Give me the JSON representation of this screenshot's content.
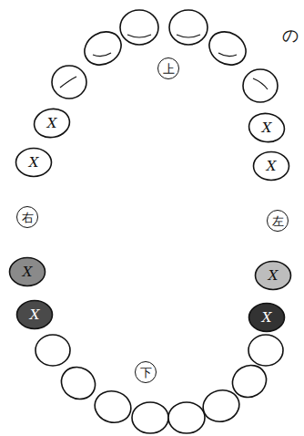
{
  "diagram": {
    "nodes": [
      {
        "text": [
          "上"
        ]
      },
      {
        "text": [
          "X"
        ]
      },
      {
        "text": [
          "X"
        ]
      },
      {
        "text": [
          "X"
        ]
      },
      {
        "text": [
          "X"
        ]
      },
      {
        "text": [
          "右"
        ]
      },
      {
        "text": [
          "左"
        ]
      },
      {
        "text": [
          "X"
        ]
      },
      {
        "text": [
          "X"
        ]
      },
      {
        "text": [
          "X"
        ]
      },
      {
        "text": [
          "X"
        ]
      },
      {
        "text": [
          "下"
        ]
      }
    ],
    "labels": [
      "の"
    ]
  }
}
